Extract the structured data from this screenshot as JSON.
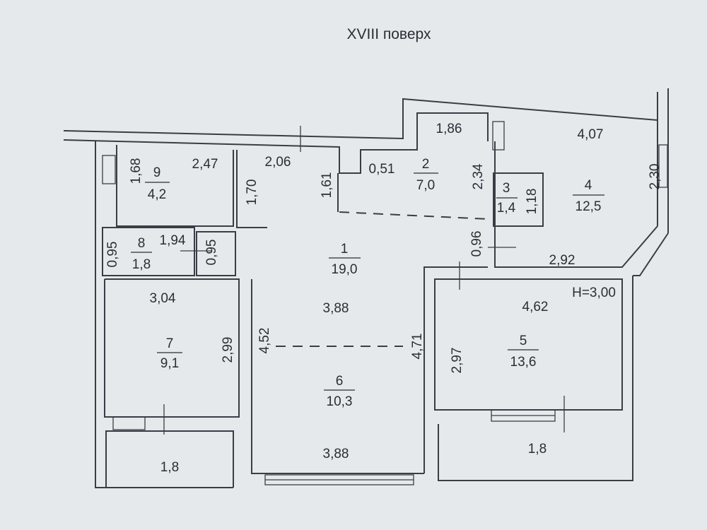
{
  "title": "XVIII поверх",
  "ceiling_height": "H=3,00",
  "rooms": {
    "r1": {
      "num": "1",
      "area": "19,0"
    },
    "r2": {
      "num": "2",
      "area": "7,0"
    },
    "r3": {
      "num": "3",
      "area": "1,4"
    },
    "r4": {
      "num": "4",
      "area": "12,5"
    },
    "r5": {
      "num": "5",
      "area": "13,6"
    },
    "r6": {
      "num": "6",
      "area": "10,3"
    },
    "r7": {
      "num": "7",
      "area": "9,1"
    },
    "r8": {
      "num": "8",
      "area": "1,8"
    },
    "r9": {
      "num": "9",
      "area": "4,2"
    }
  },
  "balconies": {
    "left": "1,8",
    "right": "1,8"
  },
  "dims": {
    "d168": "1,68",
    "d247": "2,47",
    "d206": "2,06",
    "d170": "1,70",
    "d161": "1,61",
    "d051": "0,51",
    "d186": "1,86",
    "d234": "2,34",
    "d118": "1,18",
    "d407": "4,07",
    "d230": "2,30",
    "d096": "0,96",
    "d292": "2,92",
    "d194": "1,94",
    "d095a": "0,95",
    "d095b": "0,95",
    "d304": "3,04",
    "d299": "2,99",
    "d388top": "3,88",
    "d452": "4,52",
    "d471": "4,71",
    "d388bot": "3,88",
    "d462": "4,62",
    "d297": "2,97"
  }
}
